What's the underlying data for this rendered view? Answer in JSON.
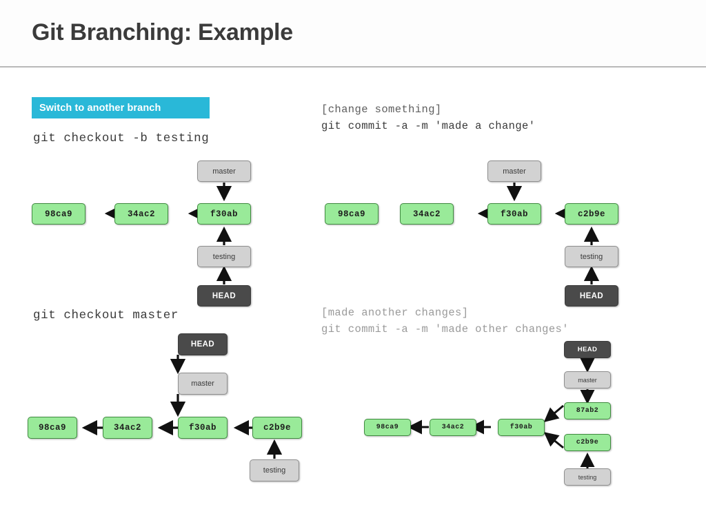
{
  "header": {
    "title": "Git Branching: Example"
  },
  "badge": {
    "label": "Switch to another branch"
  },
  "columns": {
    "left": {
      "command_1": "git checkout -b testing",
      "command_2": "git checkout master"
    },
    "right": {
      "note_1": "[change something]",
      "command_1": "git commit -a -m 'made a change'",
      "note_2": "[made another changes]",
      "command_2": "git commit -a -m 'made other changes'"
    }
  },
  "diagrams": [
    {
      "id": "diagram-checkout-b-testing",
      "caption": "git checkout -b testing",
      "nodes": [
        {
          "id": "d1-98ca9",
          "label": "98ca9",
          "kind": "commit"
        },
        {
          "id": "d1-34ac2",
          "label": "34ac2",
          "kind": "commit"
        },
        {
          "id": "d1-f30ab",
          "label": "f30ab",
          "kind": "commit"
        },
        {
          "id": "d1-master",
          "label": "master",
          "kind": "branch"
        },
        {
          "id": "d1-testing",
          "label": "testing",
          "kind": "branch"
        },
        {
          "id": "d1-head",
          "label": "HEAD",
          "kind": "head"
        }
      ],
      "edges": [
        {
          "from": "d1-34ac2",
          "to": "d1-98ca9"
        },
        {
          "from": "d1-f30ab",
          "to": "d1-34ac2"
        },
        {
          "from": "d1-master",
          "to": "d1-f30ab"
        },
        {
          "from": "d1-testing",
          "to": "d1-f30ab"
        },
        {
          "from": "d1-head",
          "to": "d1-testing"
        }
      ]
    },
    {
      "id": "diagram-after-commit",
      "caption": "git commit -a -m 'made a change'",
      "nodes": [
        {
          "id": "d2-98ca9",
          "label": "98ca9",
          "kind": "commit"
        },
        {
          "id": "d2-34ac2",
          "label": "34ac2",
          "kind": "commit"
        },
        {
          "id": "d2-f30ab",
          "label": "f30ab",
          "kind": "commit"
        },
        {
          "id": "d2-c2b9e",
          "label": "c2b9e",
          "kind": "commit"
        },
        {
          "id": "d2-master",
          "label": "master",
          "kind": "branch"
        },
        {
          "id": "d2-testing",
          "label": "testing",
          "kind": "branch"
        },
        {
          "id": "d2-head",
          "label": "HEAD",
          "kind": "head"
        }
      ],
      "edges": [
        {
          "from": "d2-34ac2",
          "to": "d2-98ca9"
        },
        {
          "from": "d2-f30ab",
          "to": "d2-34ac2"
        },
        {
          "from": "d2-c2b9e",
          "to": "d2-f30ab"
        },
        {
          "from": "d2-master",
          "to": "d2-f30ab"
        },
        {
          "from": "d2-testing",
          "to": "d2-c2b9e"
        },
        {
          "from": "d2-head",
          "to": "d2-testing"
        }
      ]
    },
    {
      "id": "diagram-checkout-master",
      "caption": "git checkout master",
      "nodes": [
        {
          "id": "d3-98ca9",
          "label": "98ca9",
          "kind": "commit"
        },
        {
          "id": "d3-34ac2",
          "label": "34ac2",
          "kind": "commit"
        },
        {
          "id": "d3-f30ab",
          "label": "f30ab",
          "kind": "commit"
        },
        {
          "id": "d3-c2b9e",
          "label": "c2b9e",
          "kind": "commit"
        },
        {
          "id": "d3-head",
          "label": "HEAD",
          "kind": "head"
        },
        {
          "id": "d3-master",
          "label": "master",
          "kind": "branch"
        },
        {
          "id": "d3-testing",
          "label": "testing",
          "kind": "branch"
        }
      ],
      "edges": [
        {
          "from": "d3-34ac2",
          "to": "d3-98ca9"
        },
        {
          "from": "d3-f30ab",
          "to": "d3-34ac2"
        },
        {
          "from": "d3-c2b9e",
          "to": "d3-f30ab"
        },
        {
          "from": "d3-head",
          "to": "d3-master"
        },
        {
          "from": "d3-master",
          "to": "d3-f30ab"
        },
        {
          "from": "d3-testing",
          "to": "d3-c2b9e"
        }
      ]
    },
    {
      "id": "diagram-diverged",
      "caption": "git commit -a -m 'made other changes'",
      "nodes": [
        {
          "id": "d4-98ca9",
          "label": "98ca9",
          "kind": "commit"
        },
        {
          "id": "d4-34ac2",
          "label": "34ac2",
          "kind": "commit"
        },
        {
          "id": "d4-f30ab",
          "label": "f30ab",
          "kind": "commit"
        },
        {
          "id": "d4-87ab2",
          "label": "87ab2",
          "kind": "commit"
        },
        {
          "id": "d4-c2b9e",
          "label": "c2b9e",
          "kind": "commit"
        },
        {
          "id": "d4-head",
          "label": "HEAD",
          "kind": "head"
        },
        {
          "id": "d4-master",
          "label": "master",
          "kind": "branch"
        },
        {
          "id": "d4-testing",
          "label": "testing",
          "kind": "branch"
        }
      ],
      "edges": [
        {
          "from": "d4-34ac2",
          "to": "d4-98ca9"
        },
        {
          "from": "d4-f30ab",
          "to": "d4-34ac2"
        },
        {
          "from": "d4-87ab2",
          "to": "d4-f30ab"
        },
        {
          "from": "d4-c2b9e",
          "to": "d4-f30ab"
        },
        {
          "from": "d4-head",
          "to": "d4-master"
        },
        {
          "from": "d4-master",
          "to": "d4-87ab2"
        },
        {
          "from": "d4-testing",
          "to": "d4-c2b9e"
        }
      ]
    }
  ],
  "colors": {
    "badge_background": "#29b8d8",
    "badge_text": "#ffffff",
    "title_text": "#3b3b3b",
    "commit_fill": "#99ea99",
    "commit_border": "#3f8a3f",
    "branch_fill": "#d2d2d2",
    "branch_border": "#8e8e8e",
    "head_fill": "#4a4a4a",
    "head_text": "#ffffff",
    "arrow": "#111111",
    "divider": "#b9b9b9",
    "page_background": "#ffffff"
  }
}
